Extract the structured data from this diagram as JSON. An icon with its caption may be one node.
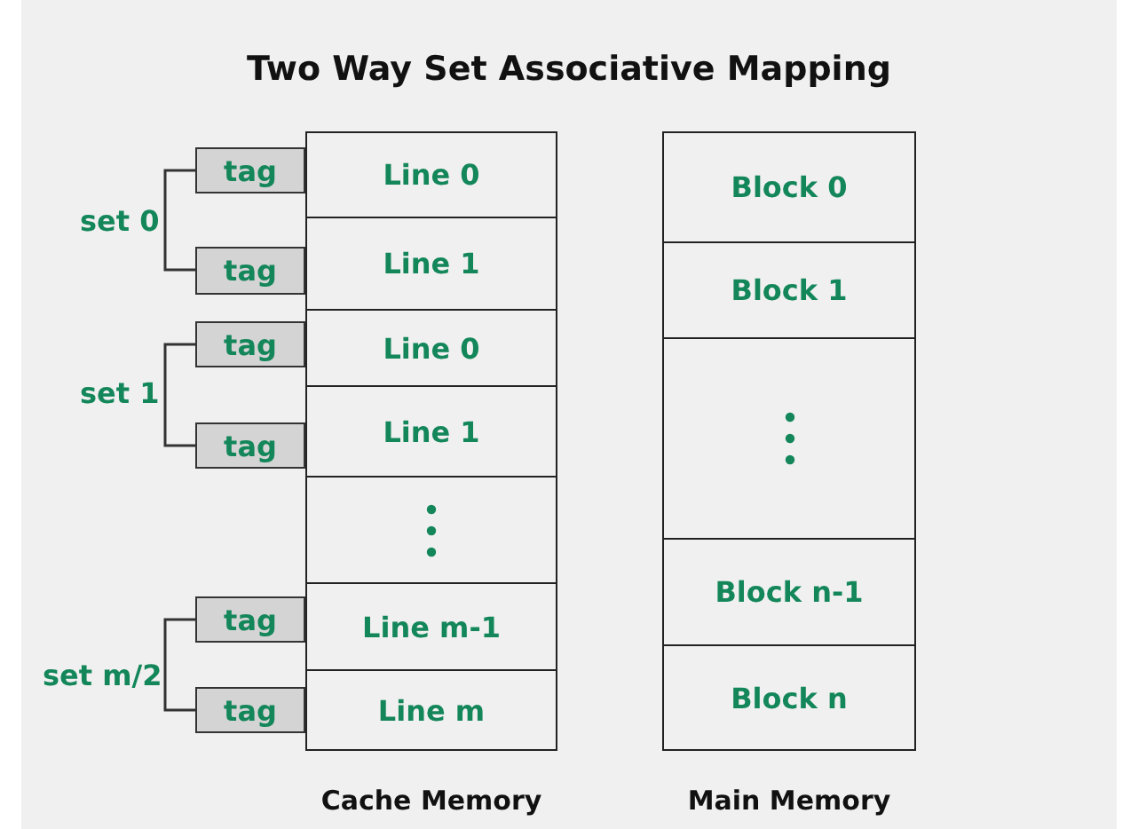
{
  "diagram": {
    "title": "Two Way Set Associative Mapping",
    "nodes": [
      {
        "text": [
          "Cache Memory"
        ]
      },
      {
        "text": [
          "Line 0"
        ],
        "in": 0
      },
      {
        "text": [
          "Line 1"
        ],
        "in": 0
      },
      {
        "text": [
          "Line 0"
        ],
        "in": 0
      },
      {
        "text": [
          "Line 1"
        ],
        "in": 0
      },
      {
        "text": [],
        "shape": "box",
        "in": 0
      },
      {
        "text": [
          "Line m-1"
        ],
        "in": 0
      },
      {
        "text": [
          "Line m"
        ],
        "in": 0
      },
      {
        "text": [
          "Main Memory"
        ]
      },
      {
        "text": [
          "Block 0"
        ],
        "in": 8
      },
      {
        "text": [
          "Block 1"
        ],
        "in": 8
      },
      {
        "text": [],
        "shape": "box",
        "in": 8
      },
      {
        "text": [
          "Block n-1"
        ],
        "in": 8
      },
      {
        "text": [
          "Block n"
        ],
        "in": 8
      },
      {
        "text": [
          "tag"
        ]
      },
      {
        "text": [
          "tag"
        ]
      },
      {
        "text": [
          "tag"
        ]
      },
      {
        "text": [
          "tag"
        ]
      },
      {
        "text": [
          "tag"
        ]
      },
      {
        "text": [
          "tag"
        ]
      }
    ],
    "edges": [],
    "labels": [
      "set 0",
      "set 1",
      "set m/2"
    ]
  }
}
